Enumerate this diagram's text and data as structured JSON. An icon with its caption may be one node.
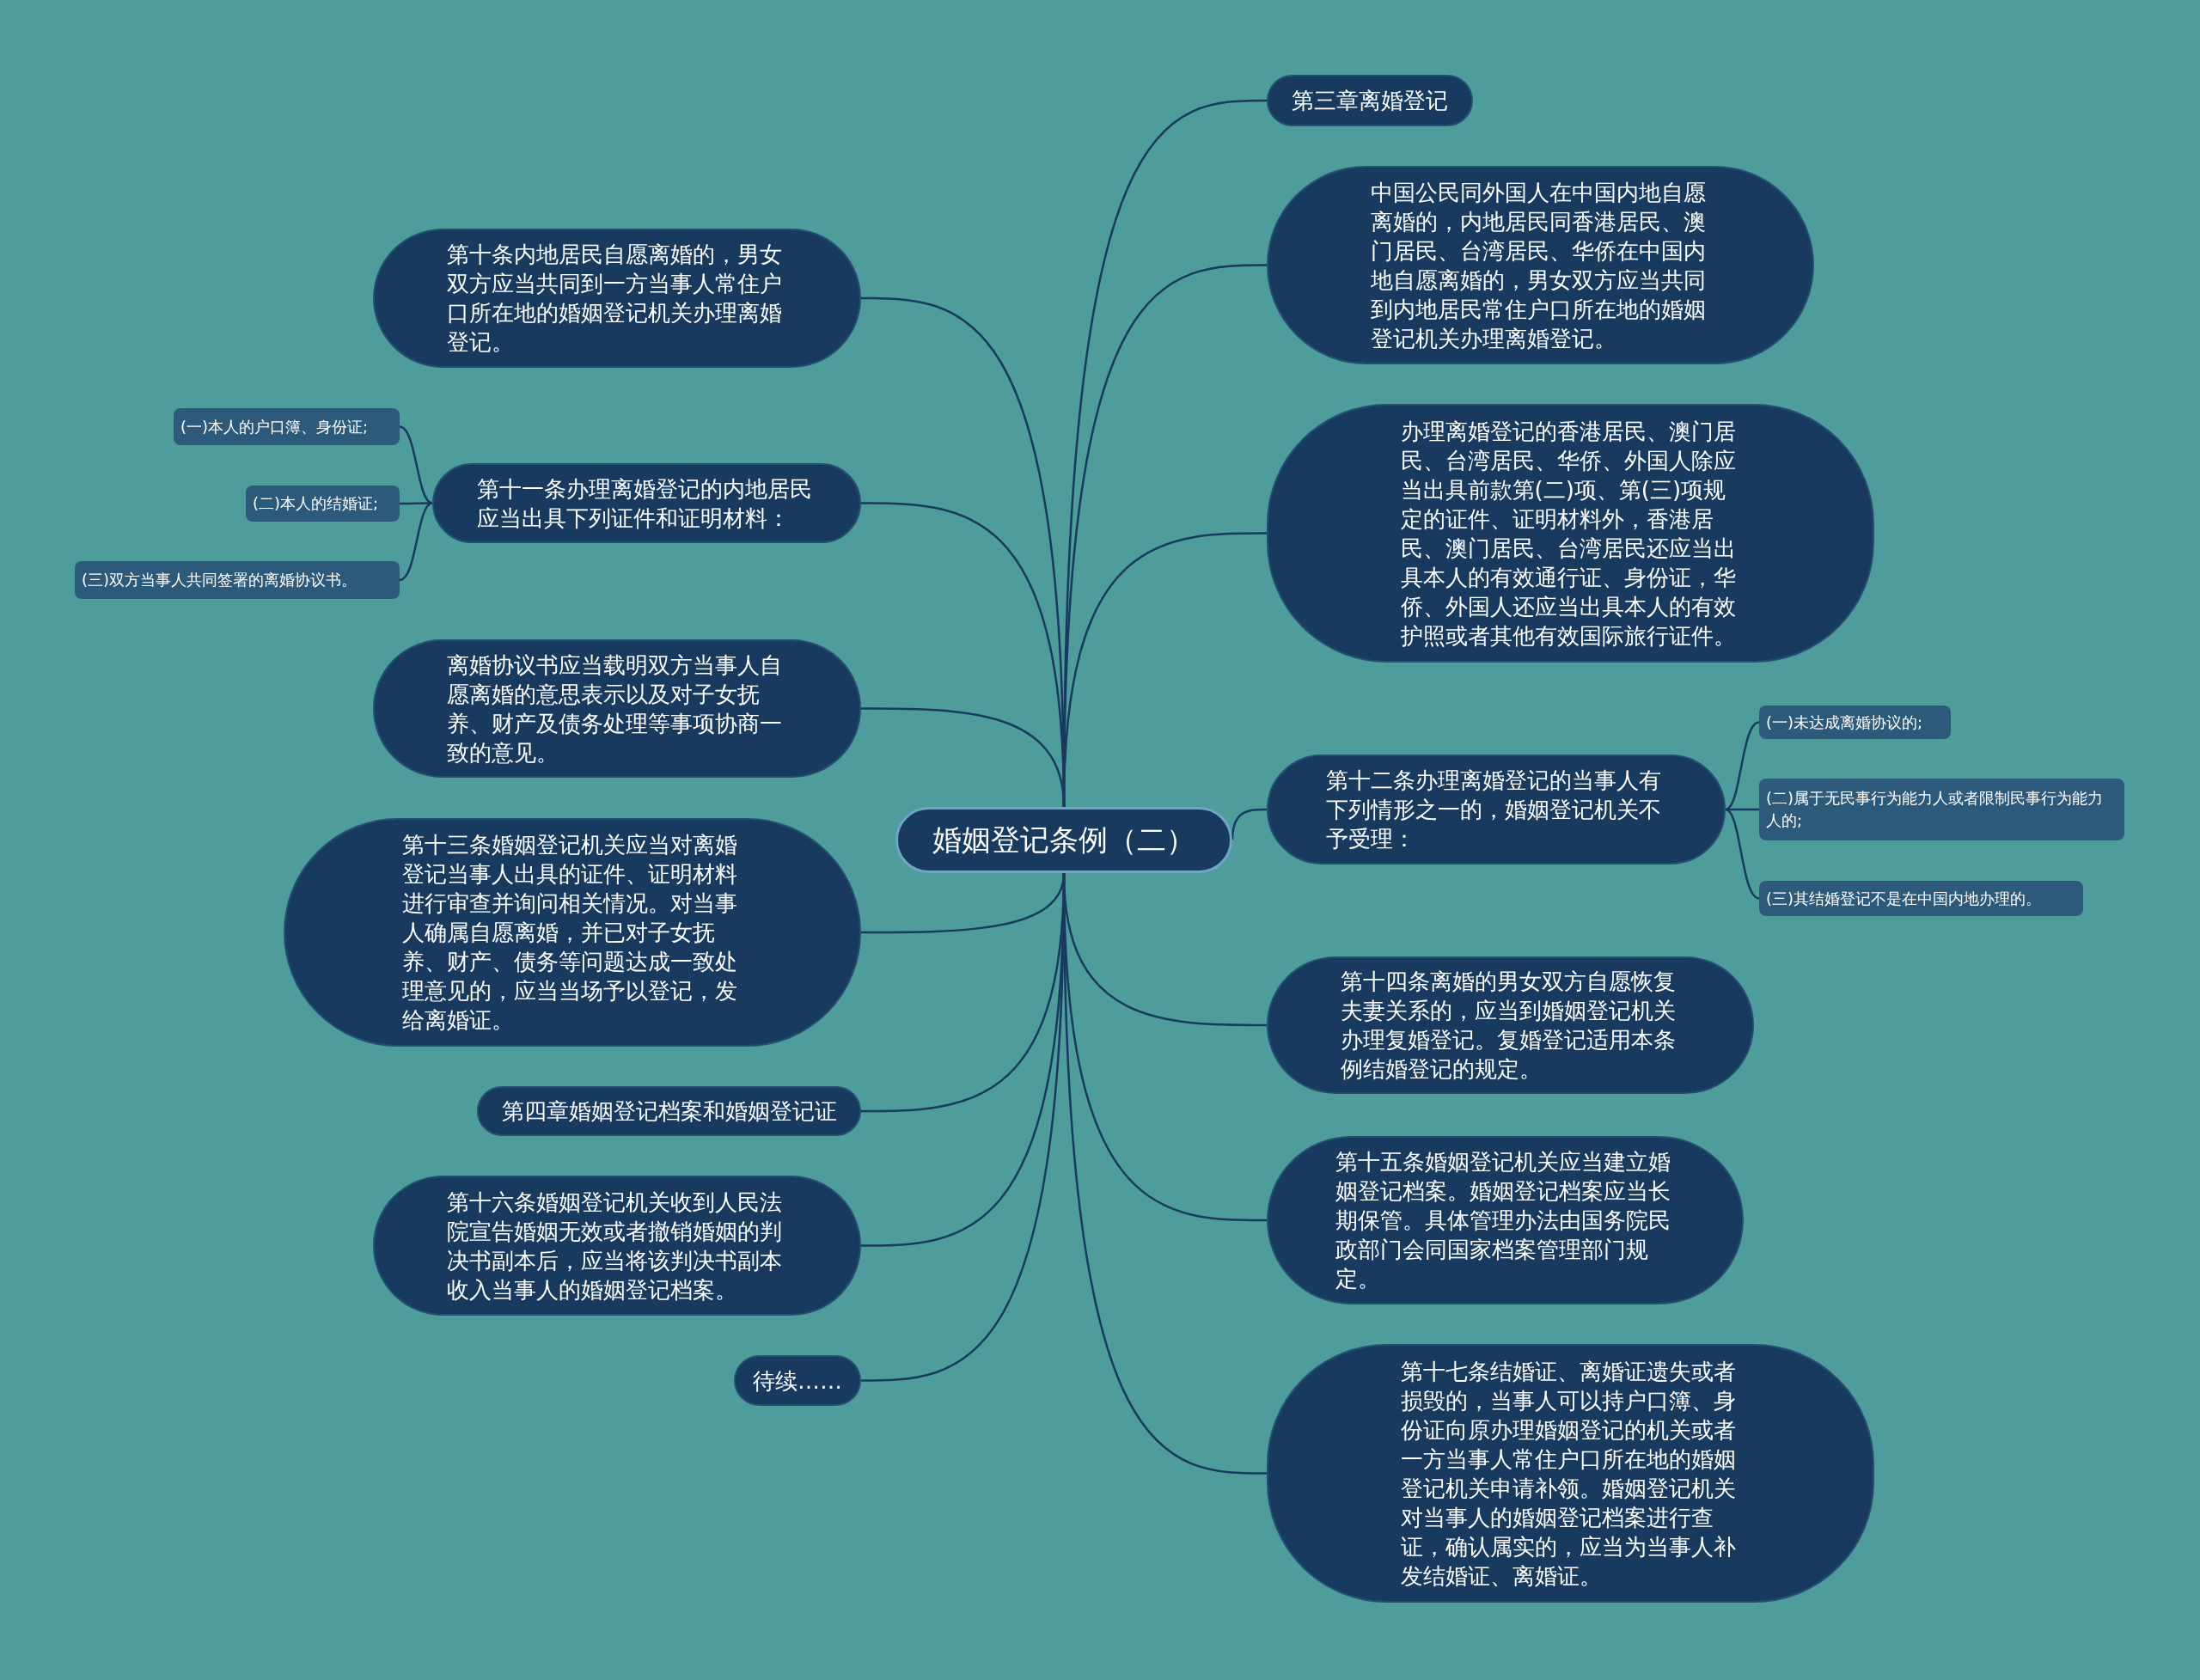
{
  "diagram": {
    "nodes": [
      {
        "text": [
          "婚姻登记条例（二）"
        ]
      },
      {
        "text": [
          "第三章离婚登记"
        ]
      },
      {
        "text": [
          "中国公民同外国人在中国内地自愿离婚的，内地居民同香港居民、澳门居民、台湾居民、华侨在中国内地自愿离婚的，男女双方应当共同到内地居民常住户口所在地的婚姻登记机关办理离婚登记。"
        ]
      },
      {
        "text": [
          "办理离婚登记的香港居民、澳门居民、台湾居民、华侨、外国人除应当出具前款第(二)项、第(三)项规定的证件、证明材料外，香港居民、澳门居民、台湾居民还应当出具本人的有效通行证、身份证，华侨、外国人还应当出具本人的有效护照或者其他有效国际旅行证件。"
        ]
      },
      {
        "text": [
          "第十二条办理离婚登记的当事人有下列情形之一的，婚姻登记机关不予受理："
        ]
      },
      {
        "text": [
          "(一)未达成离婚协议的;"
        ]
      },
      {
        "text": [
          "(二)属于无民事行为能力人或者限制民事行为能力人的;"
        ]
      },
      {
        "text": [
          "(三)其结婚登记不是在中国内地办理的。"
        ]
      },
      {
        "text": [
          "第十四条离婚的男女双方自愿恢复夫妻关系的，应当到婚姻登记机关办理复婚登记。复婚登记适用本条例结婚登记的规定。"
        ]
      },
      {
        "text": [
          "第十五条婚姻登记机关应当建立婚姻登记档案。婚姻登记档案应当长期保管。具体管理办法由国务院民政部门会同国家档案管理部门规定。"
        ]
      },
      {
        "text": [
          "第十七条结婚证、离婚证遗失或者损毁的，当事人可以持户口簿、身份证向原办理婚姻登记的机关或者一方当事人常住户口所在地的婚姻登记机关申请补领。婚姻登记机关对当事人的婚姻登记档案进行查证，确认属实的，应当为当事人补发结婚证、离婚证。"
        ]
      },
      {
        "text": [
          "第十条内地居民自愿离婚的，男女双方应当共同到一方当事人常住户口所在地的婚姻登记机关办理离婚登记。"
        ]
      },
      {
        "text": [
          "第十一条办理离婚登记的内地居民应当出具下列证件和证明材料："
        ]
      },
      {
        "text": [
          "(一)本人的户口簿、身份证;"
        ]
      },
      {
        "text": [
          "(二)本人的结婚证;"
        ]
      },
      {
        "text": [
          "(三)双方当事人共同签署的离婚协议书。"
        ]
      },
      {
        "text": [
          "离婚协议书应当载明双方当事人自愿离婚的意思表示以及对子女抚养、财产及债务处理等事项协商一致的意见。"
        ]
      },
      {
        "text": [
          "第十三条婚姻登记机关应当对离婚登记当事人出具的证件、证明材料进行审查并询问相关情况。对当事人确属自愿离婚，并已对子女抚养、财产、债务等问题达成一致处理意见的，应当当场予以登记，发给离婚证。"
        ]
      },
      {
        "text": [
          "第四章婚姻登记档案和婚姻登记证"
        ]
      },
      {
        "text": [
          "第十六条婚姻登记机关收到人民法院宣告婚姻无效或者撤销婚姻的判决书副本后，应当将该判决书副本收入当事人的婚姻登记档案。"
        ]
      },
      {
        "text": [
          "待续……"
        ]
      }
    ],
    "edges": [
      {
        "from": 0,
        "to": 1,
        "arrow": "none"
      },
      {
        "from": 0,
        "to": 2,
        "arrow": "none"
      },
      {
        "from": 0,
        "to": 3,
        "arrow": "none"
      },
      {
        "from": 0,
        "to": 4,
        "arrow": "none"
      },
      {
        "from": 4,
        "to": 5,
        "arrow": "none"
      },
      {
        "from": 4,
        "to": 6,
        "arrow": "none"
      },
      {
        "from": 4,
        "to": 7,
        "arrow": "none"
      },
      {
        "from": 0,
        "to": 8,
        "arrow": "none"
      },
      {
        "from": 0,
        "to": 9,
        "arrow": "none"
      },
      {
        "from": 0,
        "to": 10,
        "arrow": "none"
      },
      {
        "from": 0,
        "to": 11,
        "arrow": "none"
      },
      {
        "from": 0,
        "to": 12,
        "arrow": "none"
      },
      {
        "from": 12,
        "to": 13,
        "arrow": "none"
      },
      {
        "from": 12,
        "to": 14,
        "arrow": "none"
      },
      {
        "from": 12,
        "to": 15,
        "arrow": "none"
      },
      {
        "from": 0,
        "to": 16,
        "arrow": "none"
      },
      {
        "from": 0,
        "to": 17,
        "arrow": "none"
      },
      {
        "from": 0,
        "to": 18,
        "arrow": "none"
      },
      {
        "from": 0,
        "to": 19,
        "arrow": "none"
      },
      {
        "from": 0,
        "to": 20,
        "arrow": "none"
      }
    ]
  }
}
